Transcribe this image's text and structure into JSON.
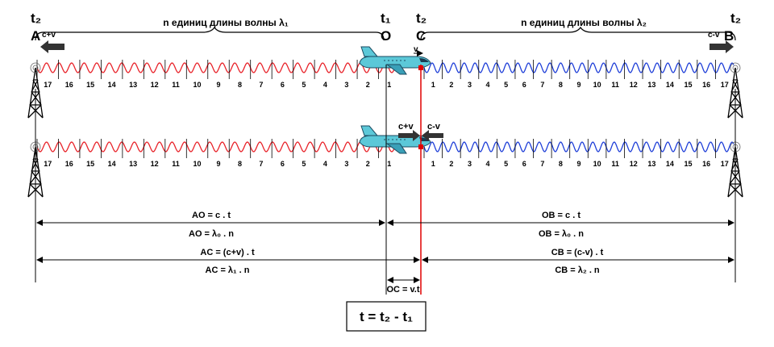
{
  "labels": {
    "t2_left": "t₂",
    "t2_right": "t₂",
    "t1_center": "t₁",
    "t2_center": "t₂",
    "point_a": "A",
    "point_b": "B",
    "point_o": "O",
    "point_c": "C",
    "brace_left": "n единиц длины волны λ₁",
    "brace_right": "n единиц длины волны λ₂",
    "speed_left": "c+v",
    "speed_right": "c-v",
    "plane_v": "v",
    "speed_cv_plus": "c+v",
    "speed_cv_minus": "c-v"
  },
  "wave_numbers_left": [
    "17",
    "16",
    "15",
    "14",
    "13",
    "12",
    "11",
    "10",
    "9",
    "8",
    "7",
    "6",
    "5",
    "4",
    "3",
    "2",
    "1"
  ],
  "wave_numbers_right": [
    "1",
    "2",
    "3",
    "4",
    "5",
    "6",
    "7",
    "8",
    "9",
    "10",
    "11",
    "12",
    "13",
    "14",
    "15",
    "16",
    "17"
  ],
  "equations": {
    "ao_ct": "AO = c . t",
    "ao_lambda": "AO = λ₀ . n",
    "ob_ct": "OB = c . t",
    "ob_lambda": "OB = λ₀ . n",
    "ac_ct": "AC = (c+v) . t",
    "ac_lambda": "AC = λ₁ . n",
    "cb_ct": "CB = (c-v) . t",
    "cb_lambda": "CB = λ₂ . n",
    "oc": "OC = v.t",
    "formula": "t = t₂ - t₁"
  },
  "colors": {
    "wave_left": "#e8232a",
    "wave_right": "#1f3fd8",
    "marker_c": "#e00000",
    "plane_body": "#5cc8d8",
    "arrow": "#333333"
  }
}
